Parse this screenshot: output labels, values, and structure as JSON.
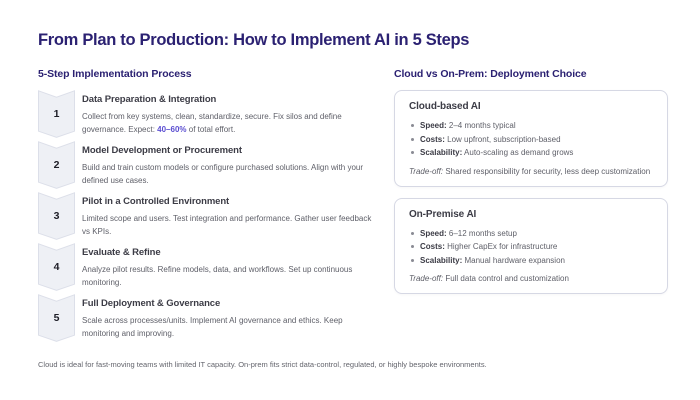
{
  "page": {
    "title": "From Plan to Production: How to Implement AI in 5 Steps",
    "footer": "Cloud is ideal for fast-moving teams with limited IT capacity. On-prem fits strict data-control, regulated, or highly bespoke environments."
  },
  "process": {
    "heading": "5-Step Implementation Process",
    "steps": [
      {
        "number": "1",
        "title": "Data Preparation & Integration",
        "body_pre": "Collect from key systems, clean, standardize, secure. Fix silos and define governance. Expect: ",
        "accent": "40–60%",
        "body_post": " of total effort."
      },
      {
        "number": "2",
        "title": "Model Development or Procurement",
        "body": "Build and train custom models or configure purchased solutions. Align with your defined use cases."
      },
      {
        "number": "3",
        "title": "Pilot in a Controlled Environment",
        "body": "Limited scope and users. Test integration and performance. Gather user feedback vs KPIs."
      },
      {
        "number": "4",
        "title": "Evaluate & Refine",
        "body": "Analyze pilot results. Refine models, data, and workflows. Set up continuous monitoring."
      },
      {
        "number": "5",
        "title": "Full Deployment & Governance",
        "body": "Scale across processes/units. Implement AI governance and ethics. Keep monitoring and improving."
      }
    ]
  },
  "comparison": {
    "heading": "Cloud vs On-Prem: Deployment Choice",
    "cards": [
      {
        "title": "Cloud-based AI",
        "bullets": [
          {
            "label": "Speed:",
            "text": " 2–4 months typical"
          },
          {
            "label": "Costs:",
            "text": " Low upfront, subscription-based"
          },
          {
            "label": "Scalability:",
            "text": " Auto-scaling as demand grows"
          }
        ],
        "tradeoff_label": "Trade-off:",
        "tradeoff_text": " Shared responsibility for security, less deep customization"
      },
      {
        "title": "On-Premise AI",
        "bullets": [
          {
            "label": "Speed:",
            "text": " 6–12 months setup"
          },
          {
            "label": "Costs:",
            "text": " Higher CapEx for infrastructure"
          },
          {
            "label": "Scalability:",
            "text": " Manual hardware expansion"
          }
        ],
        "tradeoff_label": "Trade-off:",
        "tradeoff_text": " Full data control and customization"
      }
    ]
  },
  "colors": {
    "heading_navy": "#2b2172",
    "accent_violet": "#5b4ed1",
    "chevron_fill": "#eef0f5",
    "chevron_border": "#dcdfe9",
    "card_border": "#d6d8e4"
  }
}
